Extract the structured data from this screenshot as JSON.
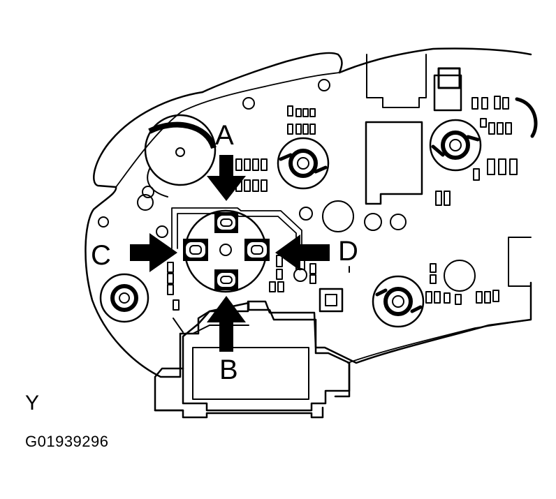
{
  "labels": {
    "a": "A",
    "b": "B",
    "c": "C",
    "d": "D",
    "y": "Y"
  },
  "figure_code": "G01939296",
  "colors": {
    "ink": "#000000",
    "paper": "#ffffff"
  }
}
